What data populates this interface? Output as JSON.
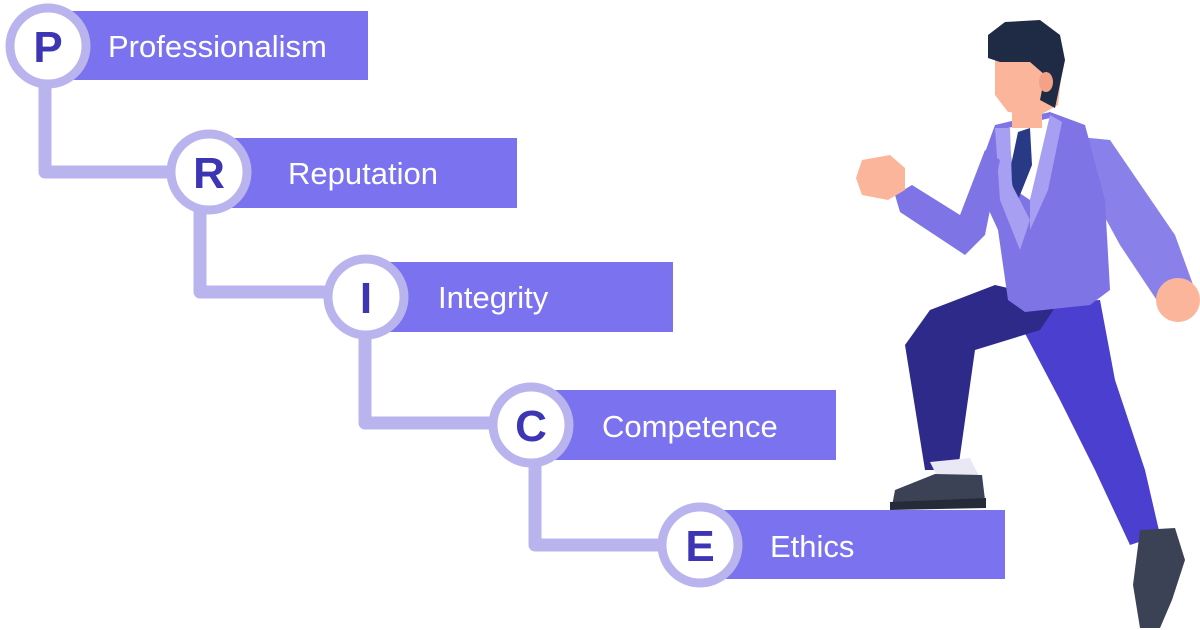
{
  "diagram": {
    "steps": [
      {
        "letter": "P",
        "label": "Professionalism"
      },
      {
        "letter": "R",
        "label": "Reputation"
      },
      {
        "letter": "I",
        "label": "Integrity"
      },
      {
        "letter": "C",
        "label": "Competence"
      },
      {
        "letter": "E",
        "label": "Ethics"
      }
    ]
  },
  "colors": {
    "bar": "#7b72ef",
    "connector": "#b9b4ee",
    "ring": "#b9b4ee",
    "letter": "#3e35b4",
    "label_text": "#ffffff",
    "suit": "#7e74e6",
    "suit_light": "#a7a0f2",
    "pants": "#4a3fcf",
    "pants_dark": "#2d2a8a",
    "skin": "#fbb59a",
    "hair": "#1f2a44",
    "tie": "#283a86",
    "shoe": "#3b4256"
  }
}
